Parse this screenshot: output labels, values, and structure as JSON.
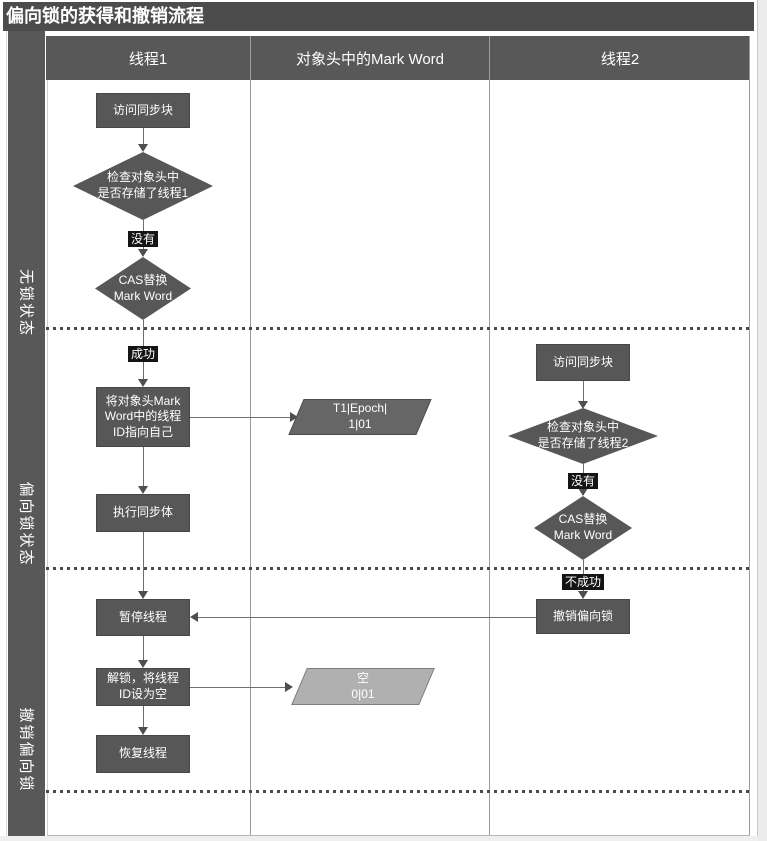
{
  "title": "偏向锁的获得和撤销流程",
  "header": {
    "col1": "线程1",
    "col2": "对象头中的Mark Word",
    "col3": "线程2"
  },
  "lanes": {
    "lane1": "无锁状态",
    "lane2": "偏向锁状态",
    "lane3": "撤销偏向锁"
  },
  "thread1": {
    "access": "访问同步块",
    "check": "检查对象头中\n是否存储了线程1",
    "no_tag": "没有",
    "cas": "CAS替换\nMark Word",
    "success_tag": "成功",
    "set_id": "将对象头Mark\nWord中的线程\nID指向自己",
    "execute": "执行同步体",
    "pause": "暂停线程",
    "unlock": "解锁，将线程\nID设为空",
    "resume": "恢复线程"
  },
  "markword": {
    "biased": "T1|Epoch|\n1|01",
    "empty": "空\n0|01"
  },
  "thread2": {
    "access": "访问同步块",
    "check": "检查对象头中\n是否存储了线程2",
    "no_tag": "没有",
    "cas": "CAS替换\nMark Word",
    "fail_tag": "不成功",
    "revoke": "撤销偏向锁"
  },
  "colors": {
    "shape": "#575757",
    "header": "#585858",
    "titlebar": "#4c4c4c",
    "tag_bg": "#141414",
    "light_shape": "#b0b0b0",
    "connector": "#6e6e6e"
  }
}
